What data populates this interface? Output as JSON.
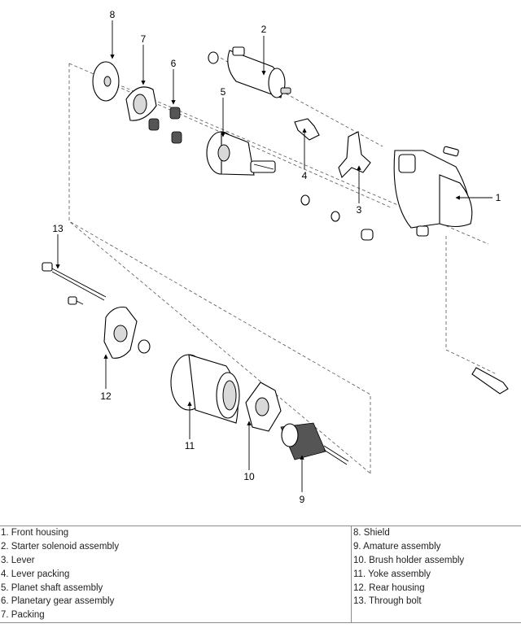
{
  "callouts": [
    "1",
    "2",
    "3",
    "4",
    "5",
    "6",
    "7",
    "8",
    "9",
    "10",
    "11",
    "12",
    "13"
  ],
  "legend_left": [
    "1. Front housing",
    "2. Starter solenoid assembly",
    "3. Lever",
    "4. Lever packing",
    "5. Planet shaft assembly",
    "6. Planetary gear assembly",
    "7. Packing"
  ],
  "legend_right": [
    "8. Shield",
    "9. Amature assembly",
    "10. Brush holder assembly",
    "11. Yoke assembly",
    "12. Rear housing",
    "13. Through bolt"
  ]
}
